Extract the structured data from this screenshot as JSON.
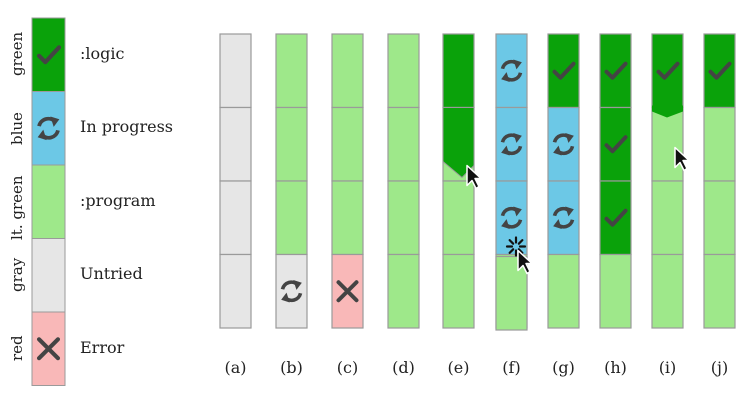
{
  "colors": {
    "green": "#0aa20a",
    "blue": "#6cc8e6",
    "lt_green": "#9ee88a",
    "gray": "#e6e6e6",
    "red": "#f9b8b8",
    "border": "#9a9a9a",
    "icon": "#444444"
  },
  "legend": [
    {
      "side": "green",
      "color": "green",
      "icon": "check-icon",
      "text": ":logic"
    },
    {
      "side": "blue",
      "color": "blue",
      "icon": "refresh-icon",
      "text": "In progress"
    },
    {
      "side": "lt. green",
      "color": "lt_green",
      "icon": "",
      "text": ":program"
    },
    {
      "side": "gray",
      "color": "gray",
      "icon": "",
      "text": "Untried"
    },
    {
      "side": "red",
      "color": "red",
      "icon": "x-icon",
      "text": "Error"
    }
  ],
  "columns": [
    {
      "label": "(a)",
      "cells": [
        [
          "gray",
          ""
        ],
        [
          "gray",
          ""
        ],
        [
          "gray",
          ""
        ],
        [
          "gray",
          ""
        ]
      ]
    },
    {
      "label": "(b)",
      "cells": [
        [
          "lt_green",
          ""
        ],
        [
          "lt_green",
          ""
        ],
        [
          "lt_green",
          ""
        ],
        [
          "gray",
          "refresh-icon"
        ]
      ]
    },
    {
      "label": "(c)",
      "cells": [
        [
          "lt_green",
          ""
        ],
        [
          "lt_green",
          ""
        ],
        [
          "lt_green",
          ""
        ],
        [
          "red",
          "x-icon"
        ]
      ]
    },
    {
      "label": "(d)",
      "cells": [
        [
          "lt_green",
          ""
        ],
        [
          "lt_green",
          ""
        ],
        [
          "lt_green",
          ""
        ],
        [
          "lt_green",
          ""
        ]
      ]
    },
    {
      "label": "(e)",
      "cells": [
        [
          "green",
          ""
        ],
        [
          "lt_green",
          ""
        ],
        [
          "lt_green",
          ""
        ],
        [
          "lt_green",
          ""
        ]
      ],
      "special": "e"
    },
    {
      "label": "(f)",
      "cells": [
        [
          "blue",
          "refresh-icon"
        ],
        [
          "blue",
          "refresh-icon"
        ],
        [
          "blue",
          "refresh-icon"
        ],
        [
          "lt_green",
          ""
        ]
      ],
      "special": "f"
    },
    {
      "label": "(g)",
      "cells": [
        [
          "green",
          "check-icon"
        ],
        [
          "blue",
          "refresh-icon"
        ],
        [
          "blue",
          "refresh-icon"
        ],
        [
          "lt_green",
          ""
        ]
      ]
    },
    {
      "label": "(h)",
      "cells": [
        [
          "green",
          "check-icon"
        ],
        [
          "green",
          "check-icon"
        ],
        [
          "green",
          "check-icon"
        ],
        [
          "lt_green",
          ""
        ]
      ]
    },
    {
      "label": "(i)",
      "cells": [
        [
          "green",
          "check-icon"
        ],
        [
          "lt_green",
          ""
        ],
        [
          "lt_green",
          ""
        ],
        [
          "lt_green",
          ""
        ]
      ],
      "special": "i"
    },
    {
      "label": "(j)",
      "cells": [
        [
          "green",
          "check-icon"
        ],
        [
          "lt_green",
          ""
        ],
        [
          "lt_green",
          ""
        ],
        [
          "lt_green",
          ""
        ]
      ]
    }
  ]
}
